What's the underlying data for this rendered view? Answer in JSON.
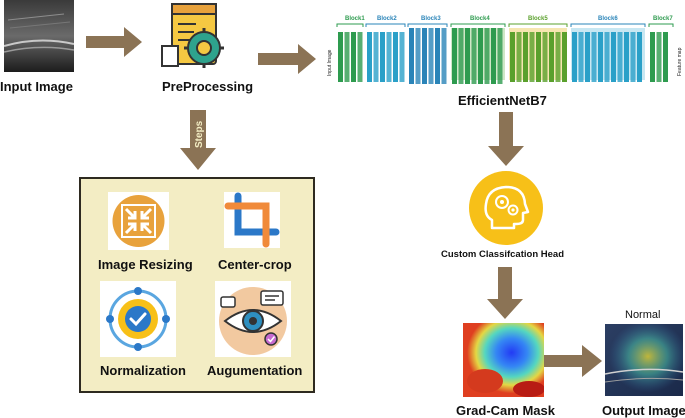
{
  "nodes": {
    "input_image": {
      "label": "Input Image"
    },
    "preprocessing": {
      "label": "PreProcessing"
    },
    "efficientnet": {
      "label": "EfficientNetB7"
    },
    "classification_head": {
      "label": "Custom Classifcation Head"
    },
    "gradcam": {
      "label": "Grad-Cam Mask"
    },
    "output_image": {
      "label": "Output Image",
      "class_label": "Normal"
    }
  },
  "steps": {
    "arrow_label": "Steps",
    "items": [
      {
        "label": "Image Resizing"
      },
      {
        "label": "Center-crop"
      },
      {
        "label": "Normalization"
      },
      {
        "label": "Augumentation"
      }
    ]
  },
  "network": {
    "side_labels": {
      "left": "Input Image",
      "right": "Feature map"
    },
    "blocks": [
      "Block1",
      "Block2",
      "Block3",
      "Block4",
      "Block5",
      "Block6",
      "Block7"
    ]
  },
  "colors": {
    "arrow": "#8b7355",
    "steps_bg": "#f3edc4",
    "head_circle": "#f7c018",
    "icon_orange": "#e8a23c",
    "block_green": "#2e9b4f",
    "block_blue": "#2aa0c8"
  }
}
